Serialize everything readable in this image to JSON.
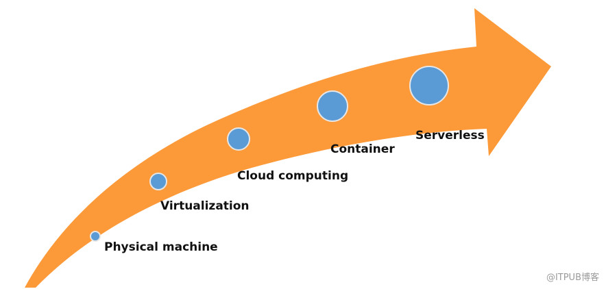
{
  "diagram": {
    "title": "Evolution of computing",
    "arrow_color": "#FC9A3A",
    "node_color": "#5B9BD5",
    "node_border_color": "#E6E6E6",
    "stages": [
      {
        "label": "Physical machine",
        "order": 1,
        "size_rank": 1
      },
      {
        "label": "Virtualization",
        "order": 2,
        "size_rank": 2
      },
      {
        "label": "Cloud computing",
        "order": 3,
        "size_rank": 3
      },
      {
        "label": "Container",
        "order": 4,
        "size_rank": 4
      },
      {
        "label": "Serverless",
        "order": 5,
        "size_rank": 5
      }
    ]
  },
  "watermark": "@ITPUB博客"
}
